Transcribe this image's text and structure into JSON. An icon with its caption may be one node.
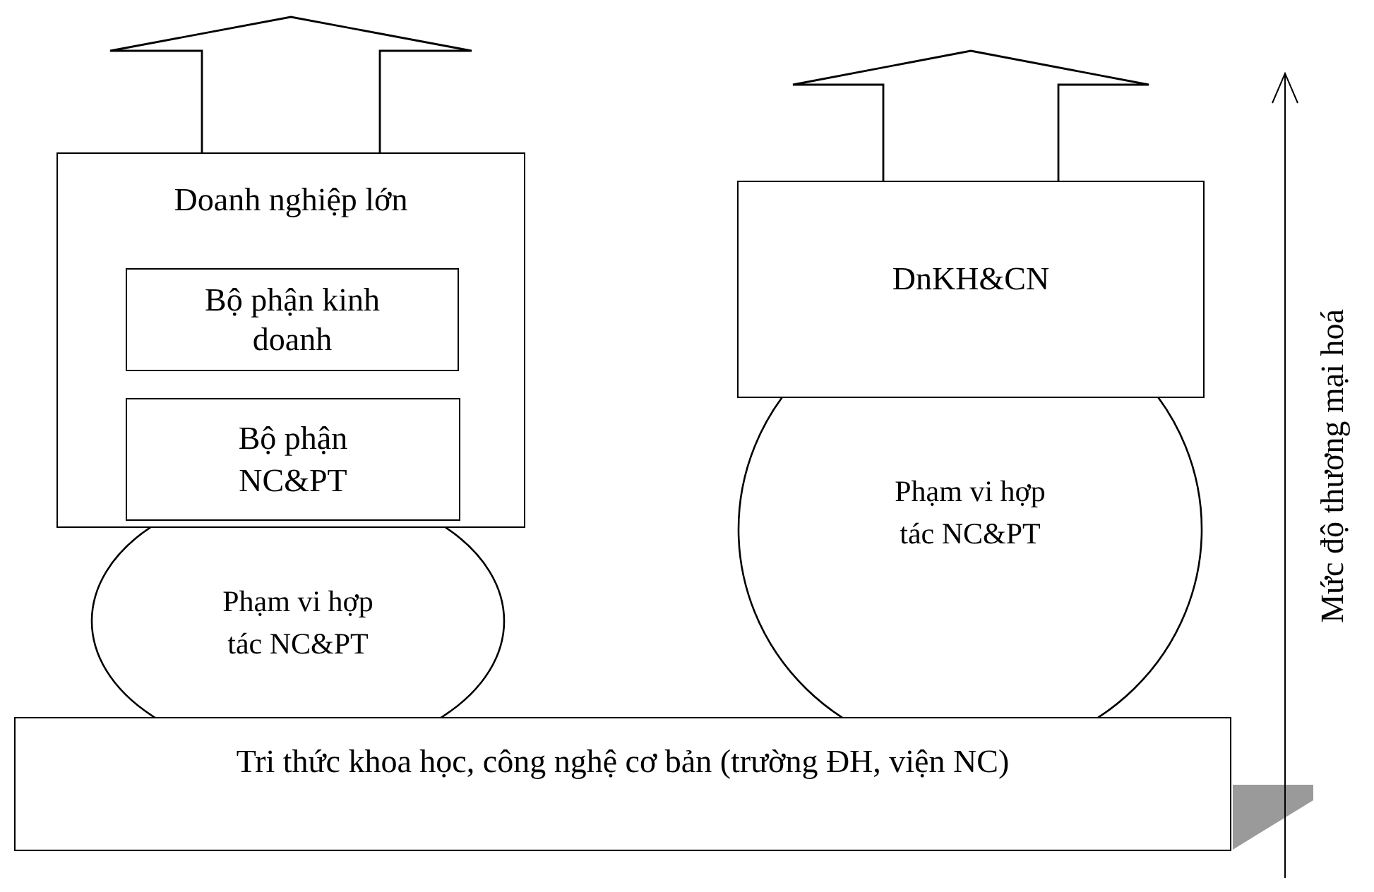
{
  "diagram": {
    "nodes": [
      {
        "text": [
          "Doanh nghiệp lớn"
        ]
      },
      {
        "text": [
          "Bộ phận kinh doanh"
        ],
        "in": 0
      },
      {
        "text": [
          "Bộ phận NC&PT"
        ],
        "in": 0
      },
      {
        "text": [
          "Phạm vi hợp tác NC&PT"
        ]
      },
      {
        "text": [
          "DnKH&CN"
        ]
      },
      {
        "text": [
          "Phạm vi hợp tác NC&PT"
        ]
      },
      {
        "text": [
          "Tri thức khoa học, công nghệ cơ bản (trường ĐH, viện NC)"
        ]
      }
    ],
    "edges": [
      {
        "from": 0,
        "to": null,
        "arrow": "to"
      },
      {
        "from": 4,
        "to": null,
        "arrow": "to"
      }
    ],
    "labels": [
      "Mức độ thương mại hoá"
    ]
  }
}
